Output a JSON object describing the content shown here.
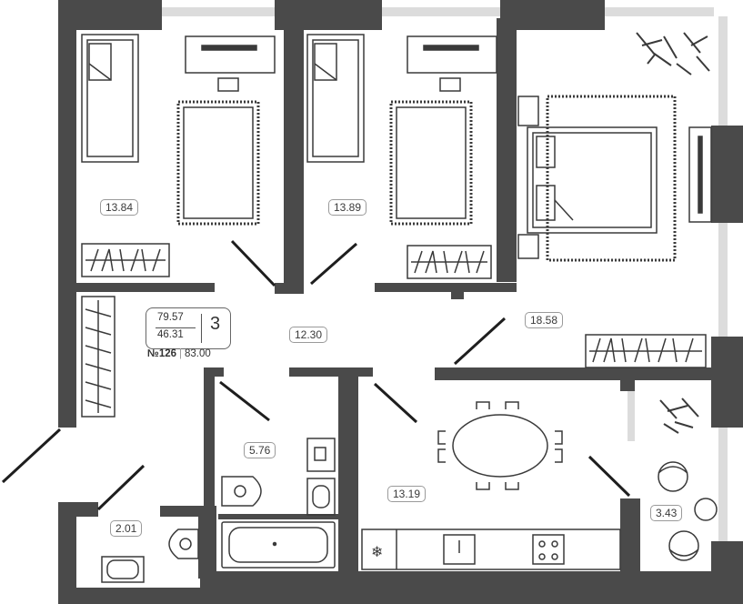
{
  "rooms": [
    {
      "id": "bedroom-1",
      "area": "13.84"
    },
    {
      "id": "bedroom-2",
      "area": "13.89"
    },
    {
      "id": "bedroom-master",
      "area": "18.58"
    },
    {
      "id": "hall",
      "area": "12.30"
    },
    {
      "id": "bathroom",
      "area": "5.76"
    },
    {
      "id": "kitchen",
      "area": "13.19"
    },
    {
      "id": "wc",
      "area": "2.01"
    },
    {
      "id": "balcony",
      "area": "3.43"
    }
  ],
  "info": {
    "total_area": "79.57",
    "living_area": "46.31",
    "room_count": "3",
    "apartment_number": "№126",
    "price": "83.00"
  },
  "colors": {
    "wall": "#4a4a4a",
    "furniture_stroke": "#3a3a3a",
    "window": "#d8d8d8",
    "label_border": "#9a9a9a"
  }
}
